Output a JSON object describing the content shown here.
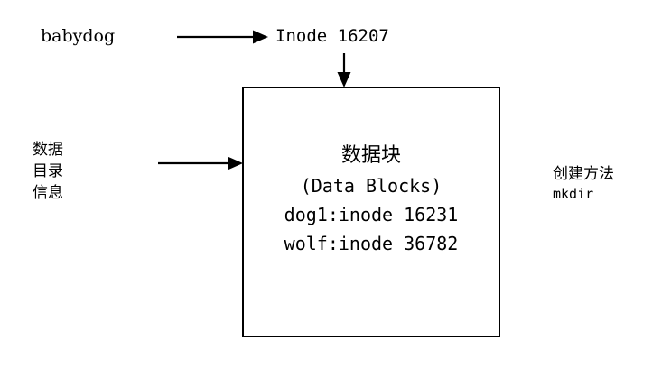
{
  "diagram": {
    "title": "Directory inode and data block diagram",
    "background_color": "#ffffff",
    "stroke_color": "#000000"
  },
  "top_row": {
    "source_label": "babydog",
    "arrow_icon": "arrow-right-icon",
    "target_label": "Inode 16207"
  },
  "down_arrow": {
    "icon": "arrow-down-icon"
  },
  "left_annotation": {
    "lines": [
      "数据",
      "目录",
      "信息"
    ],
    "arrow_icon": "arrow-right-icon"
  },
  "data_block": {
    "heading_cjk": "数据块",
    "heading_en": "(Data Blocks)",
    "entries": [
      "dog1:inode 16231",
      "wolf:inode 36782"
    ]
  },
  "right_annotation": {
    "method_label": "创建方法",
    "command": "mkdir"
  }
}
